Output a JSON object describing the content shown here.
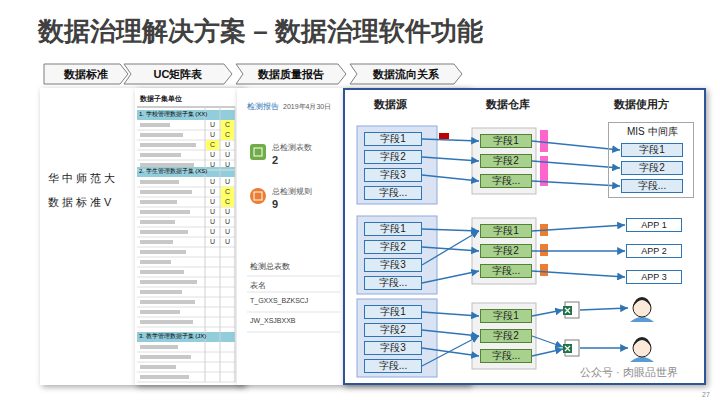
{
  "diagram": {
    "title": "数据治理解决方案 – 数据治理软件功能",
    "nodes": [
      {
        "text": [
          "数据标准"
        ]
      },
      {
        "text": [
          "UC矩阵表"
        ]
      },
      {
        "text": [
          "数据质量报告"
        ]
      },
      {
        "text": [
          "数据流向关系"
        ]
      },
      {
        "text": [
          "华中师范大",
          "数据标准V"
        ]
      },
      {
        "text": [
          "数据子集单位",
          "1. 学校管理数据子集 (XX)",
          "2. 学生管理数据子集 (XS)",
          "3. 教学管理数据子集 (JX)"
        ]
      },
      {
        "text": [
          "检测报告",
          "2019年4月30日",
          "总检测表数",
          "2",
          "总检测规则",
          "9",
          "检测总表数",
          "表名",
          "T_GXXS_BZKSCJ",
          "JW_XSJBXXB"
        ]
      },
      {
        "text": [
          "数据源",
          "数据仓库",
          "数据使用方"
        ]
      },
      {
        "text": [
          "字段1"
        ],
        "in": 7
      },
      {
        "text": [
          "字段2"
        ],
        "in": 7
      },
      {
        "text": [
          "字段3"
        ],
        "in": 7
      },
      {
        "text": [
          "字段..."
        ],
        "in": 7
      },
      {
        "text": [
          "字段1"
        ],
        "in": 7
      },
      {
        "text": [
          "字段2"
        ],
        "in": 7
      },
      {
        "text": [
          "字段..."
        ],
        "in": 7
      },
      {
        "text": [
          "MIS 中间库"
        ],
        "in": 7
      },
      {
        "text": [
          "字段1"
        ],
        "in": 15
      },
      {
        "text": [
          "字段2"
        ],
        "in": 15
      },
      {
        "text": [
          "字段..."
        ],
        "in": 15
      },
      {
        "text": [
          "字段1"
        ],
        "in": 7
      },
      {
        "text": [
          "字段2"
        ],
        "in": 7
      },
      {
        "text": [
          "字段3"
        ],
        "in": 7
      },
      {
        "text": [
          "字段..."
        ],
        "in": 7
      },
      {
        "text": [
          "字段1"
        ],
        "in": 7
      },
      {
        "text": [
          "字段2"
        ],
        "in": 7
      },
      {
        "text": [
          "字段..."
        ],
        "in": 7
      },
      {
        "text": [
          "APP 1"
        ],
        "in": 7
      },
      {
        "text": [
          "APP 2"
        ],
        "in": 7
      },
      {
        "text": [
          "APP 3"
        ],
        "in": 7
      },
      {
        "text": [
          "字段1"
        ],
        "in": 7
      },
      {
        "text": [
          "字段2"
        ],
        "in": 7
      },
      {
        "text": [
          "字段3"
        ],
        "in": 7
      },
      {
        "text": [
          "字段..."
        ],
        "in": 7
      },
      {
        "text": [
          "字段1"
        ],
        "in": 7
      },
      {
        "text": [
          "字段2"
        ],
        "in": 7
      },
      {
        "text": [
          "字段..."
        ],
        "in": 7
      }
    ],
    "edges": [
      {
        "from": 8,
        "to": 12,
        "arrow": "to"
      },
      {
        "from": 9,
        "to": 13,
        "arrow": "to"
      },
      {
        "from": 10,
        "to": 14,
        "arrow": "to"
      },
      {
        "from": 12,
        "to": 16,
        "arrow": "to"
      },
      {
        "from": 13,
        "to": 17,
        "arrow": "to"
      },
      {
        "from": 14,
        "to": 18,
        "arrow": "to"
      },
      {
        "from": 19,
        "to": 23,
        "arrow": "to"
      },
      {
        "from": 20,
        "to": 24,
        "arrow": "to"
      },
      {
        "from": 21,
        "to": 23,
        "arrow": "to"
      },
      {
        "from": 22,
        "to": 25,
        "arrow": "to"
      },
      {
        "from": 23,
        "to": 26,
        "arrow": "to"
      },
      {
        "from": 24,
        "to": 27,
        "arrow": "to"
      },
      {
        "from": 25,
        "to": 28,
        "arrow": "to"
      },
      {
        "from": 29,
        "to": 33,
        "arrow": "to"
      },
      {
        "from": 30,
        "to": 34,
        "arrow": "to"
      },
      {
        "from": 31,
        "to": 35,
        "arrow": "to"
      },
      {
        "from": 32,
        "to": 34,
        "arrow": "to"
      }
    ],
    "labels": [
      "U",
      "C",
      "U",
      "C",
      "C",
      "U",
      "U",
      "U",
      "U",
      "U",
      "U",
      "U",
      "U",
      "C",
      "U",
      "C",
      "U",
      "U",
      "U",
      "U",
      "U",
      "U",
      "U",
      "U",
      "公众号 · 肉眼品世界",
      "27"
    ]
  }
}
